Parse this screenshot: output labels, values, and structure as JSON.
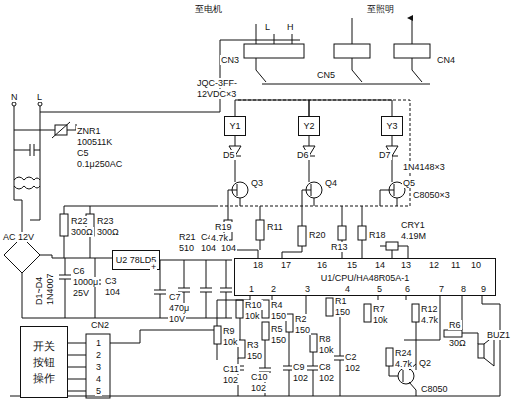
{
  "diagram": {
    "nodes": [
      {
        "text": [
          "Y1"
        ]
      },
      {
        "text": [
          "Y2"
        ]
      },
      {
        "text": [
          "Y3"
        ]
      },
      {
        "text": [
          "U2 78LD5"
        ]
      },
      {
        "text": [
          "U1/CPU/HA48R05A-1"
        ]
      },
      {
        "text": [
          "开关 按钮 操作"
        ]
      }
    ],
    "edges": [
      {
        "from": 0,
        "to": 1,
        "arrow": "none"
      },
      {
        "from": 1,
        "to": 2,
        "arrow": "none"
      }
    ],
    "labels": [
      "N",
      "L",
      "至电机",
      "L",
      "H",
      "至照明",
      "CN3",
      "CN5",
      "CN4",
      "JQC-3FF-",
      "12VDC×3",
      "ZNR1",
      "100511K",
      "C5",
      "0.1μ250AC",
      "AC 12V",
      "D1~D4",
      "1N4007",
      "R22",
      "300Ω",
      "R23",
      "300Ω",
      "C6",
      "1000μ",
      "25V",
      "C3",
      "104",
      "R21",
      "510",
      "C4",
      "104",
      "104",
      "+",
      "C7",
      "470μ",
      "10V",
      "D5",
      "D6",
      "D7",
      "1N4148×3",
      "Q3",
      "Q4",
      "Q5",
      "C8050×3",
      "R19",
      "4.7k",
      "R11",
      "R20",
      "R13",
      "R18",
      "CRY1",
      "4.19M",
      "18",
      "17",
      "16",
      "15",
      "14",
      "13",
      "12",
      "11",
      "10",
      "1",
      "2",
      "3",
      "4",
      "5",
      "6",
      "7",
      "8",
      "9",
      "R10",
      "10k",
      "R4",
      "150",
      "R9",
      "10k",
      "R5",
      "150",
      "R3",
      "150",
      "R2",
      "150",
      "R1",
      "150",
      "R8",
      "10k",
      "R7",
      "10k",
      "R12",
      "4.7k",
      "R6",
      "30Ω",
      "BUZ1",
      "R24",
      "4.7k",
      "Q2",
      "C8050",
      "C11",
      "102",
      "C10",
      "102",
      "C9",
      "102",
      "C8",
      "102",
      "C2",
      "102",
      "CN2",
      "1",
      "2",
      "3",
      "4",
      "5"
    ]
  }
}
